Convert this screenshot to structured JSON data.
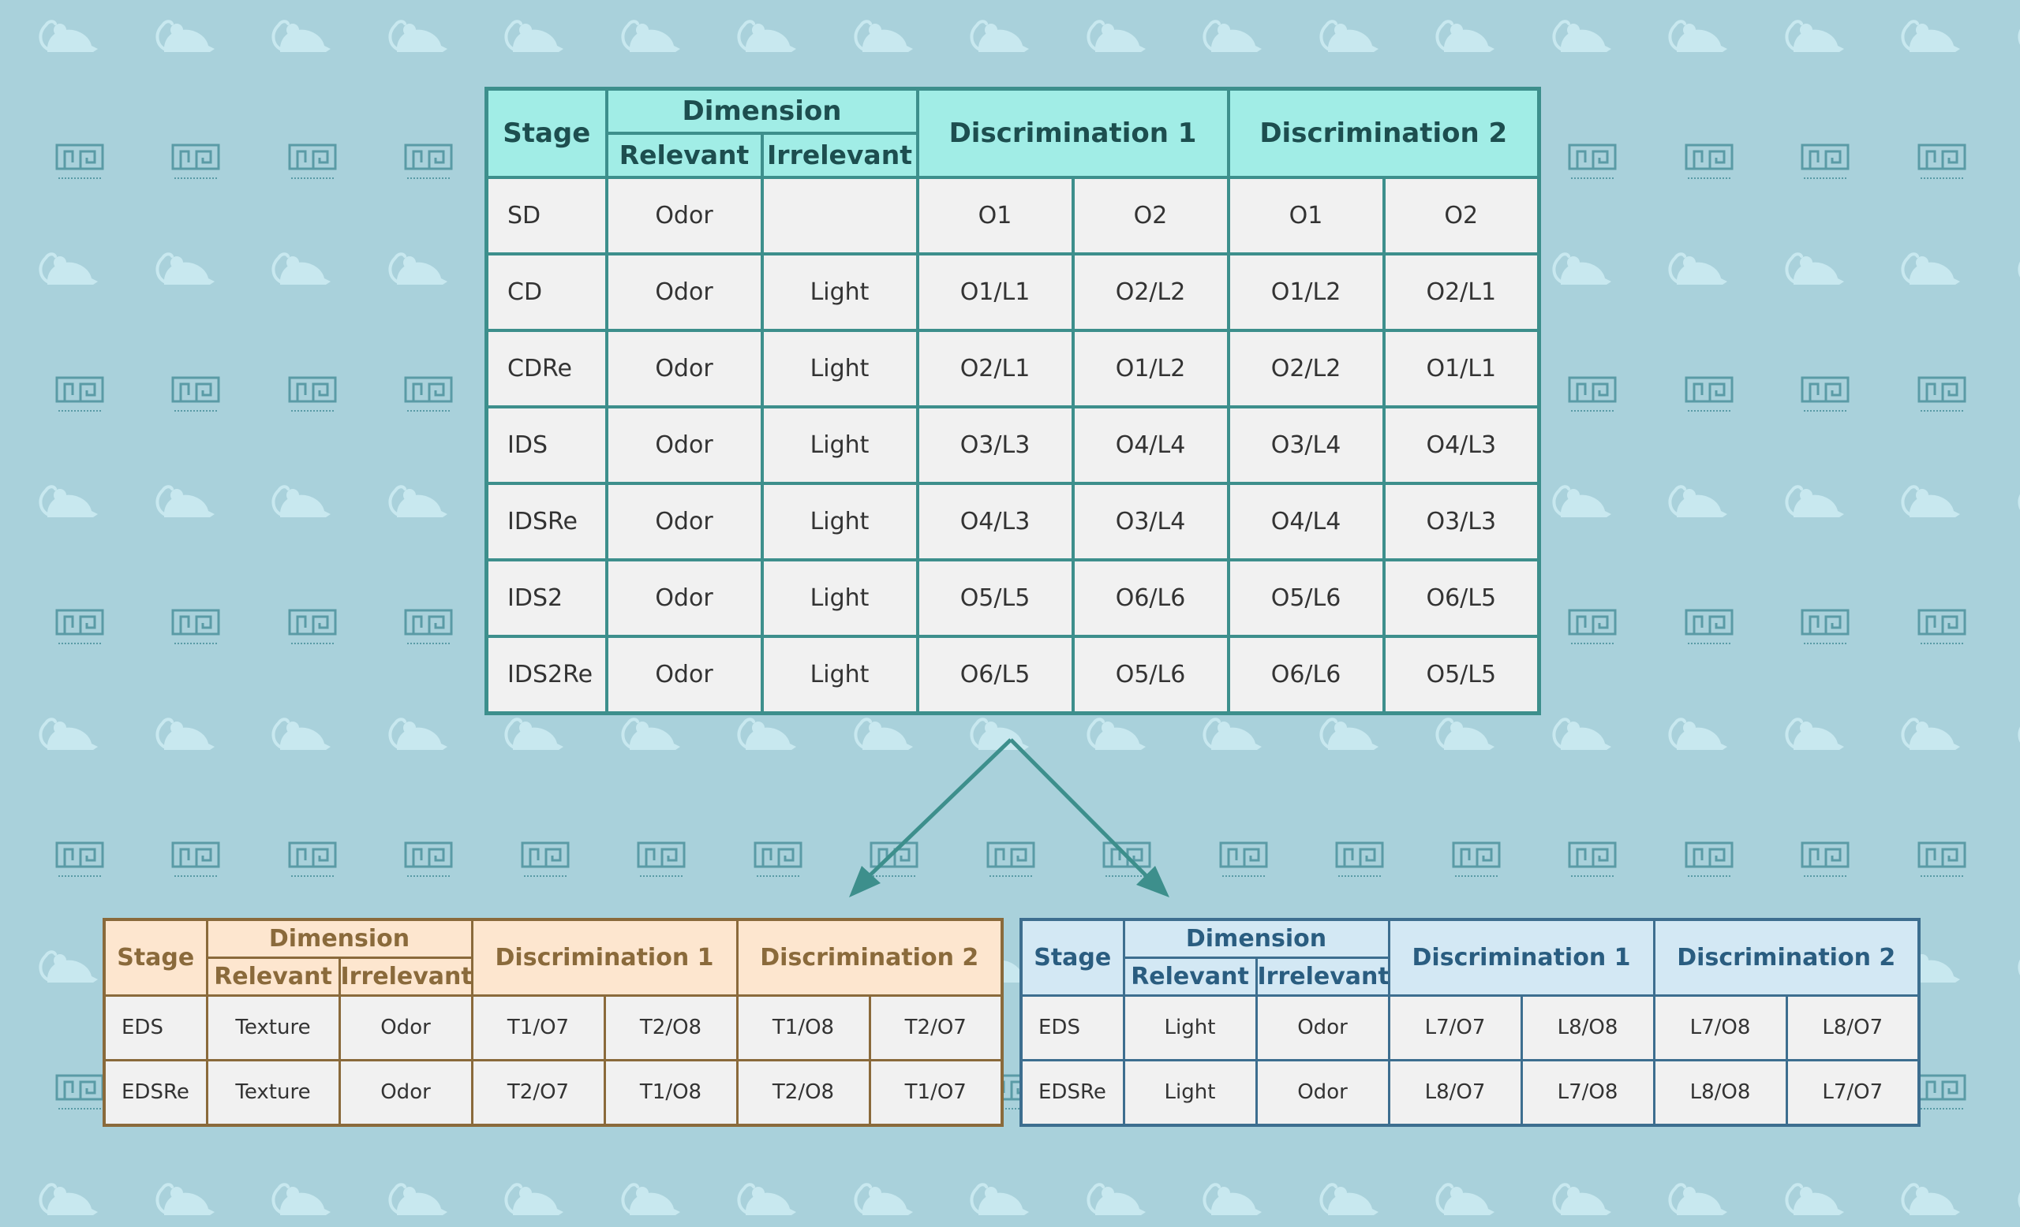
{
  "colors": {
    "background": "#a9d1db",
    "pattern": "#c8e8ef",
    "watermark": "#5a9ba6",
    "main_border": "#3d8f8c",
    "main_header": "#a1ede6",
    "left_border": "#8a6a3b",
    "left_header": "#fde6cf",
    "right_border": "#3d6e8f",
    "right_header": "#d3e8f4",
    "cell": "#f1f1f1",
    "arrow": "#3d8f8c"
  },
  "icons": {
    "background_pattern": [
      "mouse-icon",
      "maze-logo-icon"
    ]
  },
  "main_table": {
    "headers": {
      "stage": "Stage",
      "dimension": "Dimension",
      "relevant": "Relevant",
      "irrelevant": "Irrelevant",
      "disc1": "Discrimination 1",
      "disc2": "Discrimination 2"
    },
    "rows": [
      [
        "SD",
        "Odor",
        "",
        "O1",
        "O2",
        "O1",
        "O2"
      ],
      [
        "CD",
        "Odor",
        "Light",
        "O1/L1",
        "O2/L2",
        "O1/L2",
        "O2/L1"
      ],
      [
        "CDRe",
        "Odor",
        "Light",
        "O2/L1",
        "O1/L2",
        "O2/L2",
        "O1/L1"
      ],
      [
        "IDS",
        "Odor",
        "Light",
        "O3/L3",
        "O4/L4",
        "O3/L4",
        "O4/L3"
      ],
      [
        "IDSRe",
        "Odor",
        "Light",
        "O4/L3",
        "O3/L4",
        "O4/L4",
        "O3/L3"
      ],
      [
        "IDS2",
        "Odor",
        "Light",
        "O5/L5",
        "O6/L6",
        "O5/L6",
        "O6/L5"
      ],
      [
        "IDS2Re",
        "Odor",
        "Light",
        "O6/L5",
        "O5/L6",
        "O6/L6",
        "O5/L5"
      ]
    ]
  },
  "left_table": {
    "headers": {
      "stage": "Stage",
      "dimension": "Dimension",
      "relevant": "Relevant",
      "irrelevant": "Irrelevant",
      "disc1": "Discrimination 1",
      "disc2": "Discrimination 2"
    },
    "rows": [
      [
        "EDS",
        "Texture",
        "Odor",
        "T1/O7",
        "T2/O8",
        "T1/O8",
        "T2/O7"
      ],
      [
        "EDSRe",
        "Texture",
        "Odor",
        "T2/O7",
        "T1/O8",
        "T2/O8",
        "T1/O7"
      ]
    ]
  },
  "right_table": {
    "headers": {
      "stage": "Stage",
      "dimension": "Dimension",
      "relevant": "Relevant",
      "irrelevant": "Irrelevant",
      "disc1": "Discrimination 1",
      "disc2": "Discrimination 2"
    },
    "rows": [
      [
        "EDS",
        "Light",
        "Odor",
        "L7/O7",
        "L8/O8",
        "L7/O8",
        "L8/O7"
      ],
      [
        "EDSRe",
        "Light",
        "Odor",
        "L8/O7",
        "L7/O8",
        "L8/O8",
        "L7/O7"
      ]
    ]
  }
}
